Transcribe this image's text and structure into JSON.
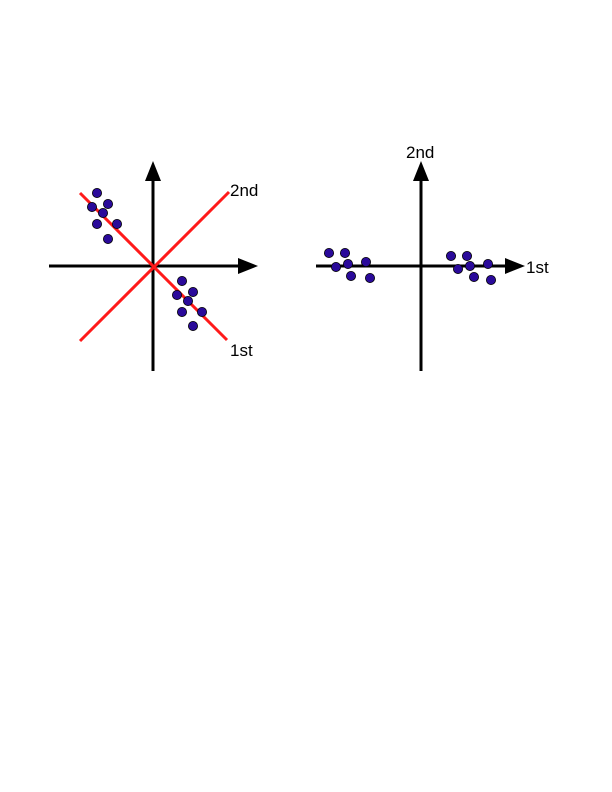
{
  "colors": {
    "axis": "#000000",
    "principal_axis_line": "#ff1a1a",
    "point_fill": "#2a0a9a",
    "point_stroke": "#000000",
    "background": "#ffffff"
  },
  "left_panel": {
    "label_2nd": "2nd",
    "label_1st": "1st"
  },
  "right_panel": {
    "label_2nd": "2nd",
    "label_1st": "1st"
  }
}
